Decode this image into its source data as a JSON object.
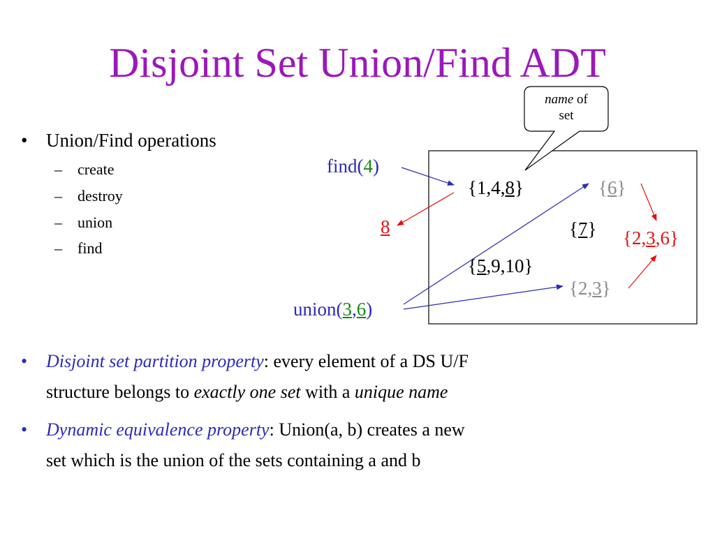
{
  "colors": {
    "title": "#9a19b8",
    "blue": "#2b2bb5",
    "green": "#138a13",
    "red": "#e31111",
    "gray": "#8a8a8a",
    "black": "#000000"
  },
  "title": "Disjoint Set Union/Find ADT",
  "bullets": {
    "symbol": "•",
    "main": "Union/Find operations",
    "dash": "–",
    "ops": [
      "create",
      "destroy",
      "union",
      "find"
    ]
  },
  "callout": {
    "name_italic": "name",
    "of": " of",
    "set": "set"
  },
  "diagram": {
    "find": {
      "fn": "find(",
      "arg": "4",
      "close": ")"
    },
    "find_result": "8",
    "union": {
      "fn": "union(",
      "arg1": "3",
      "comma": ",",
      "arg2": "6",
      "close": ")"
    },
    "set_148": {
      "open": "{1,4,",
      "name": "8",
      "close": "}"
    },
    "set_6": {
      "open": "{",
      "name": "6",
      "close": "}"
    },
    "set_7": {
      "open": "{",
      "name": "7",
      "close": "}"
    },
    "set_5910": {
      "open": "{",
      "name": "5",
      "rest": ",9,10}"
    },
    "set_23": {
      "open": "{2,",
      "name": "3",
      "close": "}"
    },
    "set_236": {
      "open": "{2,",
      "name": "3",
      "close": ",6}"
    }
  },
  "properties": [
    {
      "italic": "Disjoint set partition property",
      "text1": ": every element of a DS U/F",
      "text2": "structure belongs to ",
      "italic2": "exactly one set",
      "text3": " with a ",
      "italic3": "unique name"
    },
    {
      "italic": "Dynamic equivalence property",
      "text1": ": Union(a, b) creates a new",
      "text2": "set which is the union of the sets containing a and b"
    }
  ]
}
